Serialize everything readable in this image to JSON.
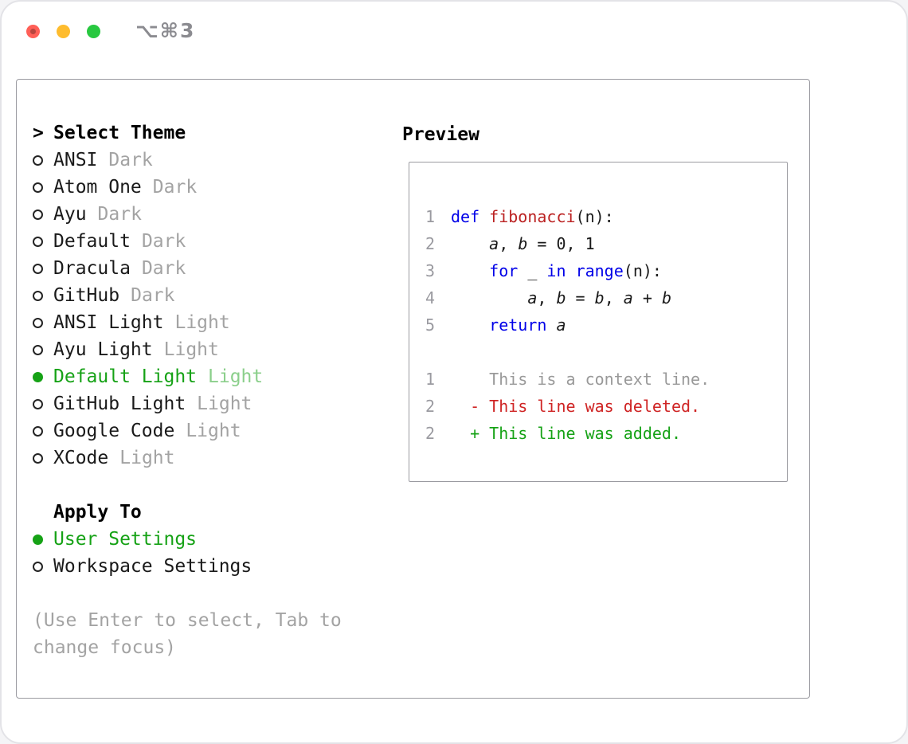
{
  "window": {
    "tab_label": "⌥⌘3"
  },
  "colors": {
    "accent_green": "#16a216",
    "muted_green": "#8bcf8b",
    "keyword_blue": "#0000e8",
    "function_red": "#bb2222",
    "deleted_red": "#cf2424",
    "muted_gray": "#a3a3a3",
    "text_black": "#1a1a1a",
    "border_gray": "#9b9ba1",
    "traffic_red": "#ff5f57",
    "traffic_yellow": "#febc2e",
    "traffic_green": "#28c840"
  },
  "theme_selector": {
    "prompt": ">",
    "title": "Select Theme",
    "items": [
      {
        "name": "ANSI",
        "variant": "Dark",
        "selected": false
      },
      {
        "name": "Atom One",
        "variant": "Dark",
        "selected": false
      },
      {
        "name": "Ayu",
        "variant": "Dark",
        "selected": false
      },
      {
        "name": "Default",
        "variant": "Dark",
        "selected": false
      },
      {
        "name": "Dracula",
        "variant": "Dark",
        "selected": false
      },
      {
        "name": "GitHub",
        "variant": "Dark",
        "selected": false
      },
      {
        "name": "ANSI Light",
        "variant": "Light",
        "selected": false
      },
      {
        "name": "Ayu Light",
        "variant": "Light",
        "selected": false
      },
      {
        "name": "Default Light",
        "variant": "Light",
        "selected": true
      },
      {
        "name": "GitHub Light",
        "variant": "Light",
        "selected": false
      },
      {
        "name": "Google Code",
        "variant": "Light",
        "selected": false
      },
      {
        "name": "XCode",
        "variant": "Light",
        "selected": false
      }
    ]
  },
  "apply_to": {
    "title": "Apply To",
    "options": [
      {
        "label": "User Settings",
        "selected": true
      },
      {
        "label": "Workspace Settings",
        "selected": false
      }
    ]
  },
  "hint": "(Use Enter to select, Tab to change focus)",
  "preview": {
    "title": "Preview",
    "code_lines": [
      {
        "num": "1",
        "tokens": [
          {
            "text": "def",
            "style": "kw"
          },
          {
            "text": " ",
            "style": "plain"
          },
          {
            "text": "fibonacci",
            "style": "fn"
          },
          {
            "text": "(n):",
            "style": "plain"
          }
        ]
      },
      {
        "num": "2",
        "tokens": [
          {
            "text": "    ",
            "style": "plain"
          },
          {
            "text": "a",
            "style": "var"
          },
          {
            "text": ", ",
            "style": "plain"
          },
          {
            "text": "b",
            "style": "var"
          },
          {
            "text": " = 0, 1",
            "style": "plain"
          }
        ]
      },
      {
        "num": "3",
        "tokens": [
          {
            "text": "    ",
            "style": "plain"
          },
          {
            "text": "for",
            "style": "kw"
          },
          {
            "text": " _ ",
            "style": "plain"
          },
          {
            "text": "in",
            "style": "kw"
          },
          {
            "text": " ",
            "style": "plain"
          },
          {
            "text": "range",
            "style": "kw"
          },
          {
            "text": "(n):",
            "style": "plain"
          }
        ]
      },
      {
        "num": "4",
        "tokens": [
          {
            "text": "        ",
            "style": "plain"
          },
          {
            "text": "a",
            "style": "var"
          },
          {
            "text": ", ",
            "style": "plain"
          },
          {
            "text": "b",
            "style": "var"
          },
          {
            "text": " = ",
            "style": "plain"
          },
          {
            "text": "b",
            "style": "var"
          },
          {
            "text": ", ",
            "style": "plain"
          },
          {
            "text": "a",
            "style": "var"
          },
          {
            "text": " + ",
            "style": "plain"
          },
          {
            "text": "b",
            "style": "var"
          }
        ]
      },
      {
        "num": "5",
        "tokens": [
          {
            "text": "    ",
            "style": "plain"
          },
          {
            "text": "return",
            "style": "kw"
          },
          {
            "text": " ",
            "style": "plain"
          },
          {
            "text": "a",
            "style": "var"
          }
        ]
      }
    ],
    "diff_lines": [
      {
        "num": "1",
        "kind": "context",
        "text": "    This is a context line."
      },
      {
        "num": "2",
        "kind": "deleted",
        "text": "  - This line was deleted."
      },
      {
        "num": "2",
        "kind": "added",
        "text": "  + This line was added."
      }
    ]
  }
}
